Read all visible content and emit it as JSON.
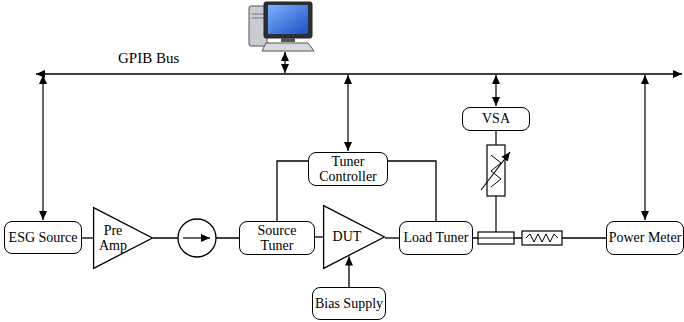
{
  "diagram": {
    "nodes": [
      {
        "text": [
          "ESG Source"
        ]
      },
      {
        "text": [
          "Pre Amp"
        ]
      },
      {
        "text": [
          "Tuner Controller"
        ]
      },
      {
        "text": [
          "Source Tuner"
        ]
      },
      {
        "text": [
          "DUT"
        ]
      },
      {
        "text": [
          "Load Tuner"
        ]
      },
      {
        "text": [
          "Bias Supply"
        ]
      },
      {
        "text": [
          "VSA"
        ]
      },
      {
        "text": [
          "Power Meter"
        ]
      }
    ],
    "edges": [
      {
        "from": 0,
        "to": 1,
        "arrow": "none"
      },
      {
        "from": 1,
        "to": 3,
        "arrow": "none"
      },
      {
        "from": 2,
        "to": 3,
        "arrow": "none"
      },
      {
        "from": 2,
        "to": 5,
        "arrow": "none"
      },
      {
        "from": 3,
        "to": 4,
        "arrow": "none"
      },
      {
        "from": 4,
        "to": 5,
        "arrow": "none"
      },
      {
        "from": 6,
        "to": 4,
        "arrow": "to"
      },
      {
        "from": 5,
        "to": 8,
        "arrow": "none"
      }
    ],
    "labels": [
      "GPIB Bus"
    ]
  }
}
